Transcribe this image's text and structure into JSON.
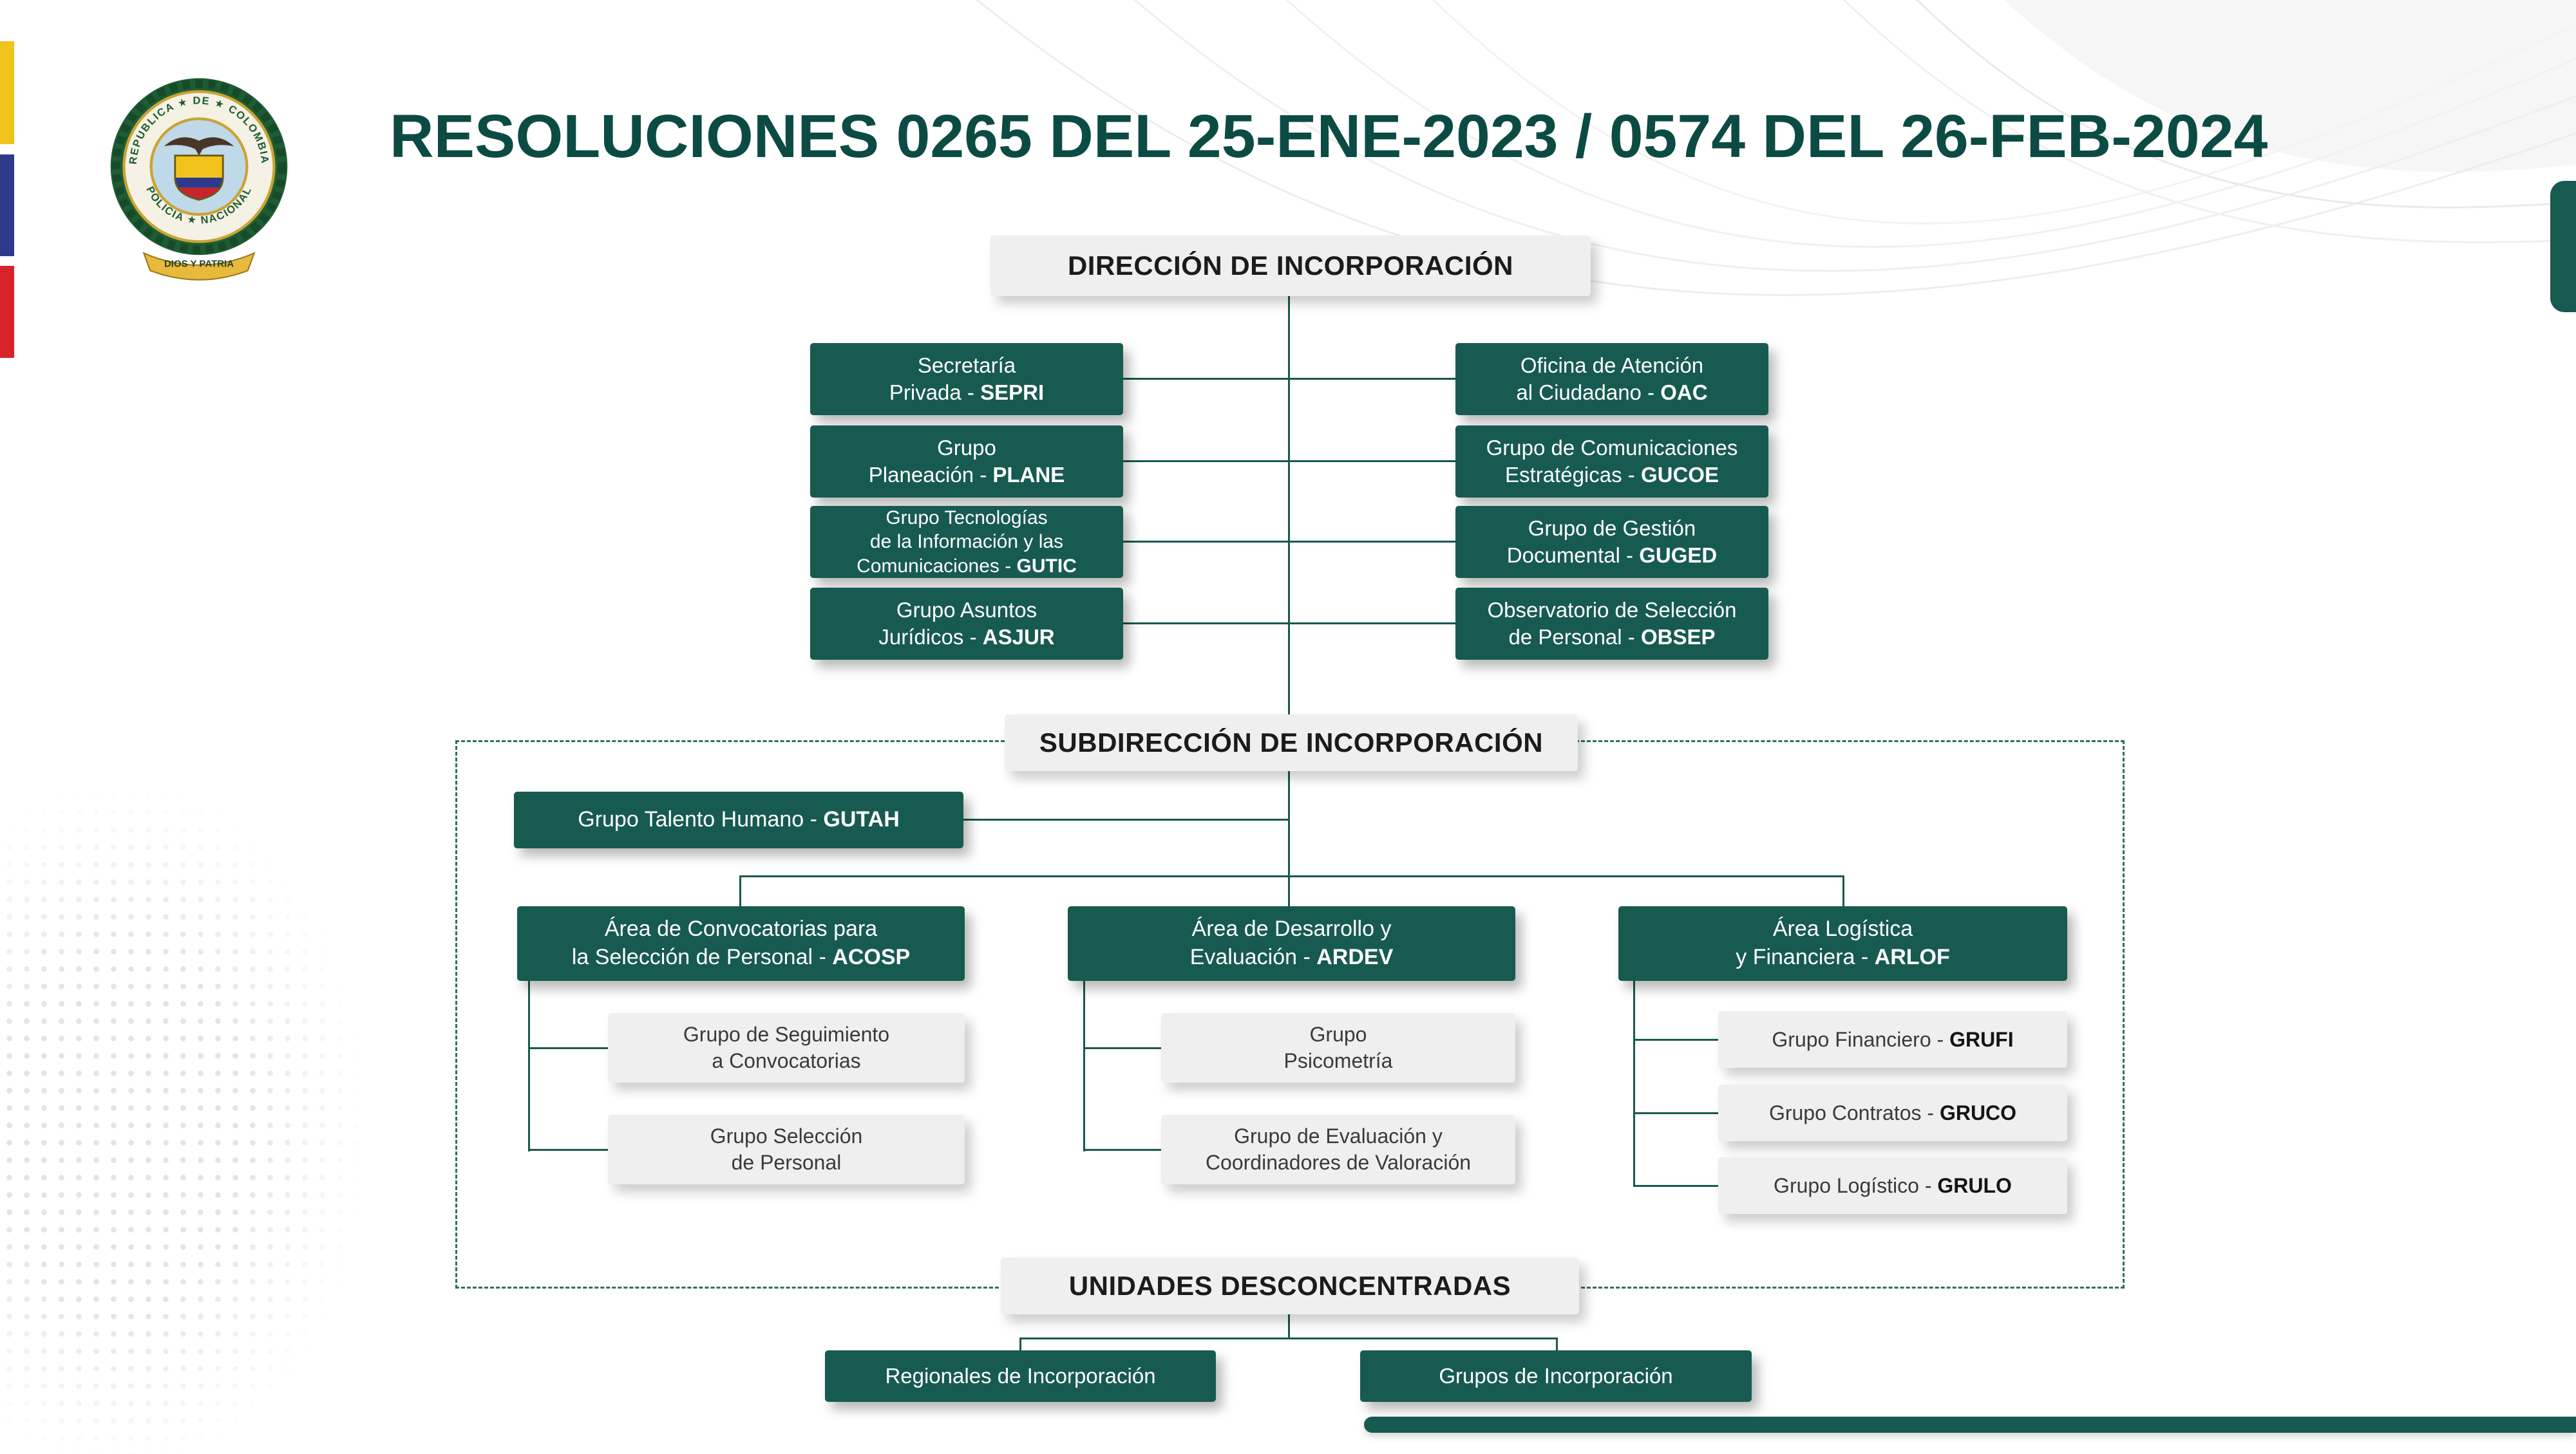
{
  "page": {
    "title": "RESOLUCIONES 0265 DEL 25-ENE-2023 / 0574 DEL 26-FEB-2024"
  },
  "colors": {
    "teal": "#175A50",
    "gray_box": "#EFEFEF",
    "title_text": "#0C4B43",
    "flag_yellow": "#F2C21C",
    "flag_blue": "#2D3A8C",
    "flag_red": "#D8232A"
  },
  "logo": {
    "top_text": "REPUBLICA ★ DE ★ COLOMBIA",
    "bottom_text": "POLICIA ★ NACIONAL",
    "ribbon_text": "DIOS Y PATRIA"
  },
  "org": {
    "direccion": "DIRECCIÓN DE INCORPORACIÓN",
    "staff_left": [
      {
        "label": "Secretaría\nPrivada - ",
        "code": "SEPRI"
      },
      {
        "label": "Grupo\nPlaneación - ",
        "code": "PLANE"
      },
      {
        "label": "Grupo Tecnologías\nde la Información y las\nComunicaciones - ",
        "code": "GUTIC"
      },
      {
        "label": "Grupo Asuntos\nJurídicos - ",
        "code": "ASJUR"
      }
    ],
    "staff_right": [
      {
        "label": "Oficina de Atención\nal Ciudadano - ",
        "code": "OAC"
      },
      {
        "label": "Grupo de Comunicaciones\nEstratégicas - ",
        "code": "GUCOE"
      },
      {
        "label": "Grupo de Gestión\nDocumental - ",
        "code": "GUGED"
      },
      {
        "label": "Observatorio de Selección\nde Personal - ",
        "code": "OBSEP"
      }
    ],
    "subdireccion": "SUBDIRECCIÓN DE INCORPORACIÓN",
    "gutah": {
      "label": "Grupo Talento Humano - ",
      "code": "GUTAH"
    },
    "areas": [
      {
        "label": "Área de Convocatorias para\nla Selección de Personal - ",
        "code": "ACOSP"
      },
      {
        "label": "Área de Desarrollo y\nEvaluación - ",
        "code": "ARDEV"
      },
      {
        "label": "Área Logística\ny Financiera - ",
        "code": "ARLOF"
      }
    ],
    "acosp_children": [
      {
        "label": "Grupo de Seguimiento\na Convocatorias",
        "code": ""
      },
      {
        "label": "Grupo Selección\nde Personal",
        "code": ""
      }
    ],
    "ardev_children": [
      {
        "label": "Grupo\nPsicometría",
        "code": ""
      },
      {
        "label": "Grupo de Evaluación y\nCoordinadores de Valoración",
        "code": ""
      }
    ],
    "arlof_children": [
      {
        "label": "Grupo Financiero - ",
        "code": "GRUFI"
      },
      {
        "label": "Grupo Contratos - ",
        "code": "GRUCO"
      },
      {
        "label": "Grupo Logístico - ",
        "code": "GRULO"
      }
    ],
    "unidades": "UNIDADES DESCONCENTRADAS",
    "desconcentradas": [
      {
        "label": "Regionales de Incorporación",
        "code": ""
      },
      {
        "label": "Grupos de Incorporación",
        "code": ""
      }
    ]
  }
}
